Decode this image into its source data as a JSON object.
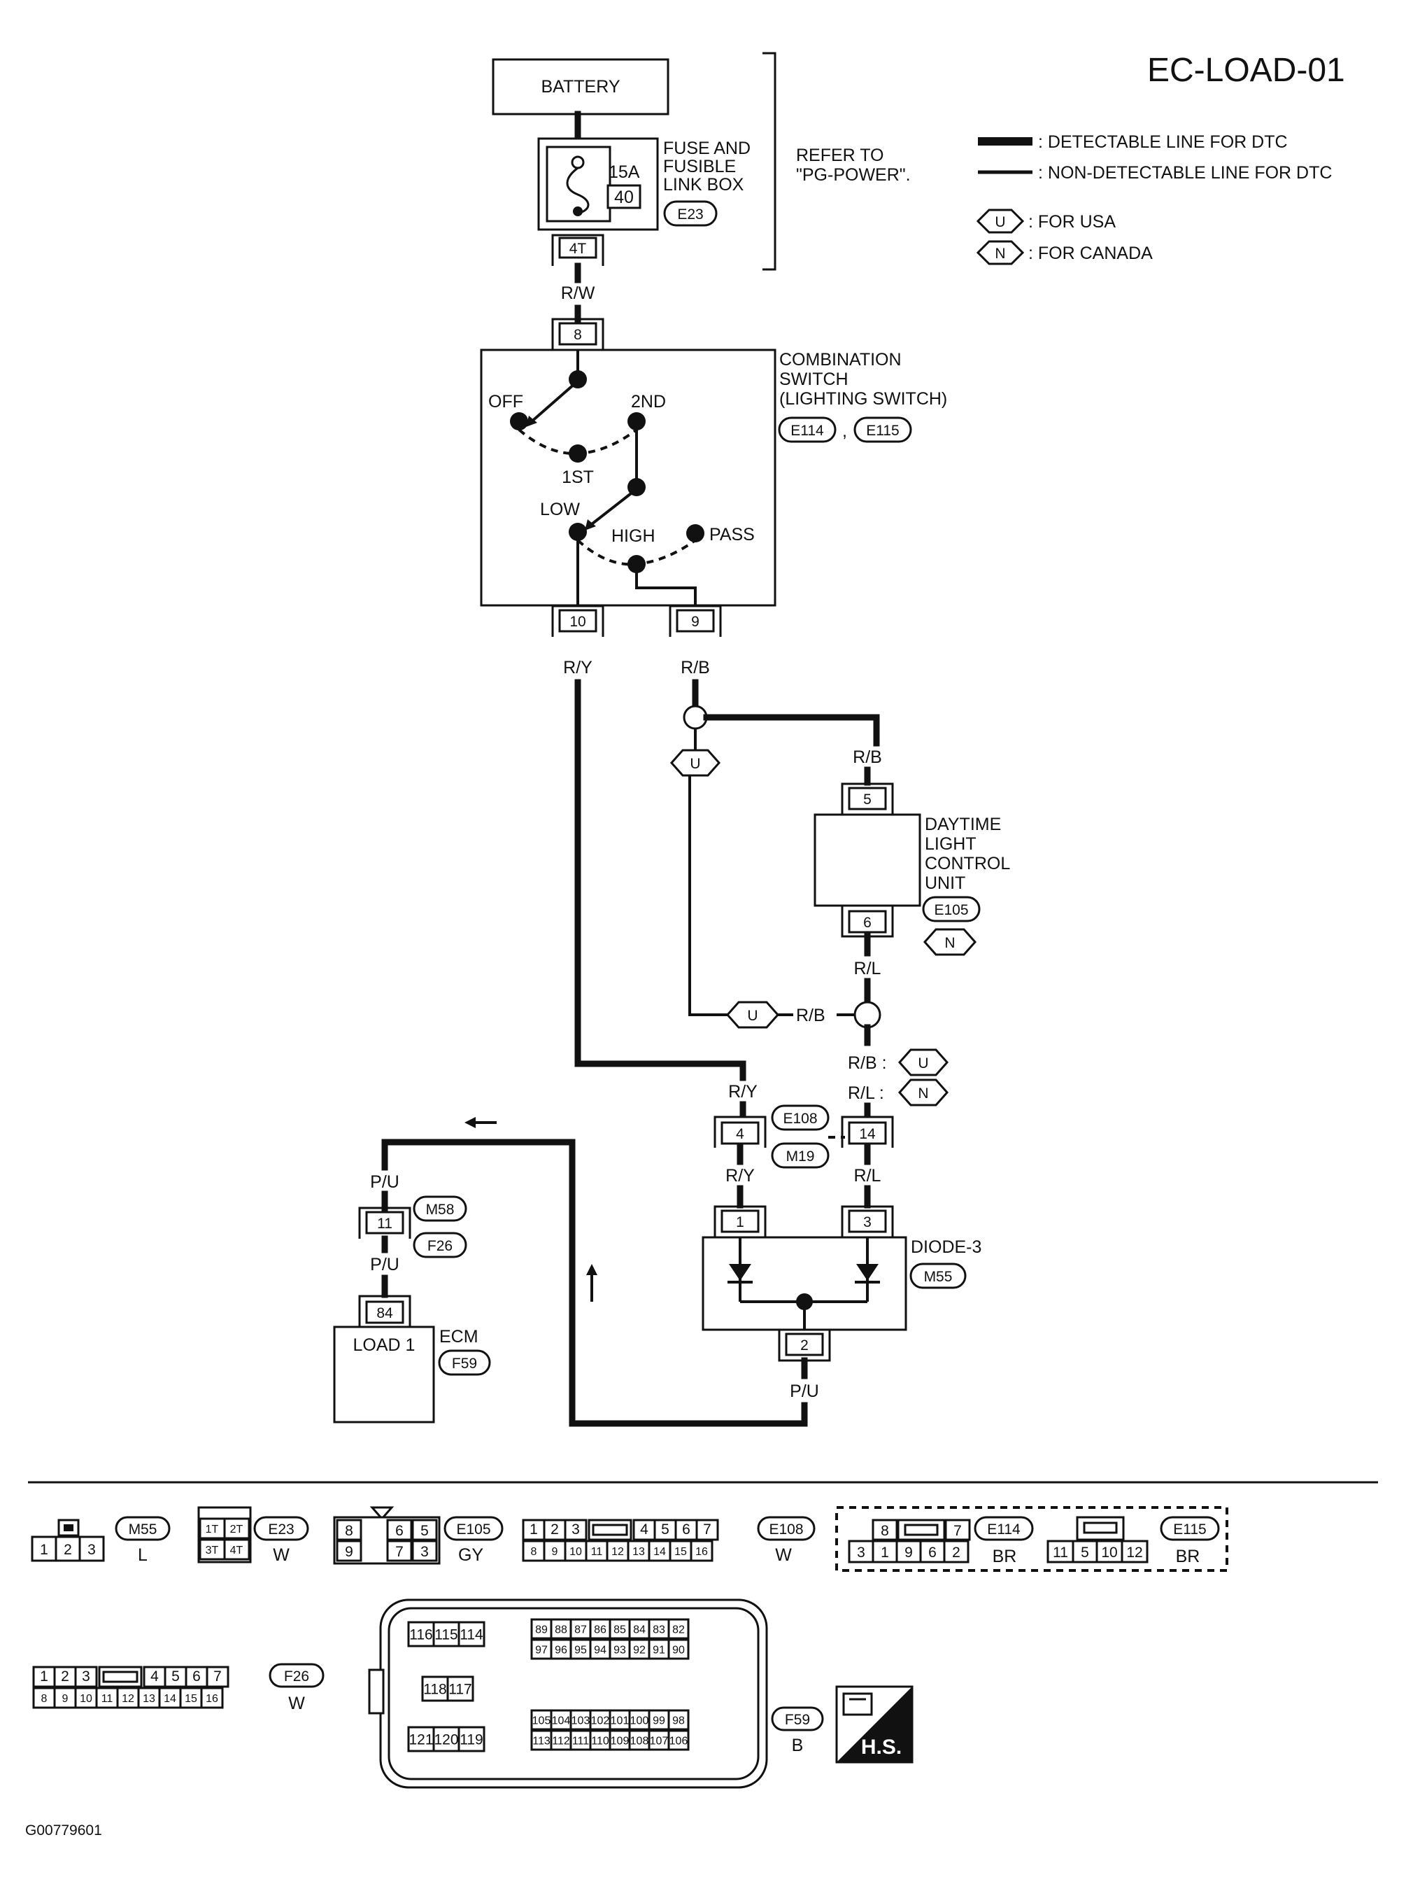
{
  "title": "EC-LOAD-01",
  "figure_id": "G00779601",
  "legend": {
    "detectable": ": DETECTABLE LINE FOR DTC",
    "non_detectable": ": NON-DETECTABLE LINE FOR DTC",
    "usa_code": "U",
    "usa": ": FOR USA",
    "canada_code": "N",
    "canada": ": FOR CANADA"
  },
  "battery": {
    "label": "BATTERY"
  },
  "fuse_box": {
    "label_lines": [
      "FUSE AND",
      "FUSIBLE",
      "LINK BOX"
    ],
    "rating": "15A",
    "fuse_no": "40",
    "connector": "E23",
    "terminal": "4T",
    "refer_lines": [
      "REFER TO",
      "\"PG-POWER\"."
    ]
  },
  "wire_rw": "R/W",
  "combination_switch": {
    "label_lines": [
      "COMBINATION",
      "SWITCH",
      "(LIGHTING SWITCH)"
    ],
    "connectors": [
      "E114",
      "E115"
    ],
    "connector_sep": ",",
    "pin_in": "8",
    "pos_off": "OFF",
    "pos_1st": "1ST",
    "pos_2nd": "2ND",
    "pos_low": "LOW",
    "pos_high": "HIGH",
    "pos_pass": "PASS",
    "pin_low": "10",
    "pin_high": "9"
  },
  "wires": {
    "ry": "R/Y",
    "rb": "R/B",
    "rl": "R/L",
    "pu": "P/U"
  },
  "drl_unit": {
    "label_lines": [
      "DAYTIME",
      "LIGHT",
      "CONTROL",
      "UNIT"
    ],
    "connector": "E105",
    "region": "N",
    "pin_in": "5",
    "pin_out": "6"
  },
  "usa_tags": {
    "top": "U",
    "mid": "U"
  },
  "variant_labels": {
    "rb_usa": "R/B :",
    "rb_code": "U",
    "rl_canada": "R/L :",
    "rl_code": "N"
  },
  "joint": {
    "connector_top": "E108",
    "connector_bot": "M19",
    "pin_ry": "4",
    "pin_rl": "14"
  },
  "diode": {
    "label": "DIODE-3",
    "connector": "M55",
    "pin_a": "1",
    "pin_b": "3",
    "pin_out": "2"
  },
  "pu_joint": {
    "pin": "11",
    "connector_top": "M58",
    "connector_bot": "F26"
  },
  "ecm": {
    "label": "ECM",
    "connector": "F59",
    "pin": "84",
    "terminal_label": "LOAD 1"
  },
  "connector_views": {
    "m55": {
      "id": "M55",
      "color": "L",
      "pins": [
        "1",
        "2",
        "3"
      ]
    },
    "e23": {
      "id": "E23",
      "color": "W",
      "pins": [
        "1T",
        "2T",
        "3T",
        "4T"
      ]
    },
    "e105": {
      "id": "E105",
      "color": "GY",
      "top": [
        "8",
        "6",
        "5"
      ],
      "bottom": [
        "9",
        "7",
        "3"
      ]
    },
    "e108": {
      "id": "E108",
      "color": "W",
      "top": [
        "1",
        "2",
        "3",
        "4",
        "5",
        "6",
        "7"
      ],
      "bottom": [
        "8",
        "9",
        "10",
        "11",
        "12",
        "13",
        "14",
        "15",
        "16"
      ]
    },
    "e114": {
      "id": "E114",
      "color": "BR",
      "top": [
        "8",
        "7"
      ],
      "bottom": [
        "3",
        "1",
        "9",
        "6",
        "2"
      ]
    },
    "e115": {
      "id": "E115",
      "color": "BR",
      "bottom": [
        "11",
        "5",
        "10",
        "12"
      ]
    },
    "f26": {
      "id": "F26",
      "color": "W",
      "top": [
        "1",
        "2",
        "3",
        "4",
        "5",
        "6",
        "7"
      ],
      "bottom": [
        "8",
        "9",
        "10",
        "11",
        "12",
        "13",
        "14",
        "15",
        "16"
      ]
    },
    "f59": {
      "id": "F59",
      "color": "B",
      "block_a_top": [
        "116",
        "115",
        "114"
      ],
      "block_a_mid": [
        "118",
        "117"
      ],
      "block_a_bot": [
        "121",
        "120",
        "119"
      ],
      "block_b_r1": [
        "89",
        "88",
        "87",
        "86",
        "85",
        "84",
        "83",
        "82"
      ],
      "block_b_r2": [
        "97",
        "96",
        "95",
        "94",
        "93",
        "92",
        "91",
        "90"
      ],
      "block_b_r3": [
        "105",
        "104",
        "103",
        "102",
        "101",
        "100",
        "99",
        "98"
      ],
      "block_b_r4": [
        "113",
        "112",
        "111",
        "110",
        "109",
        "108",
        "107",
        "106"
      ]
    },
    "hs": "H.S."
  }
}
